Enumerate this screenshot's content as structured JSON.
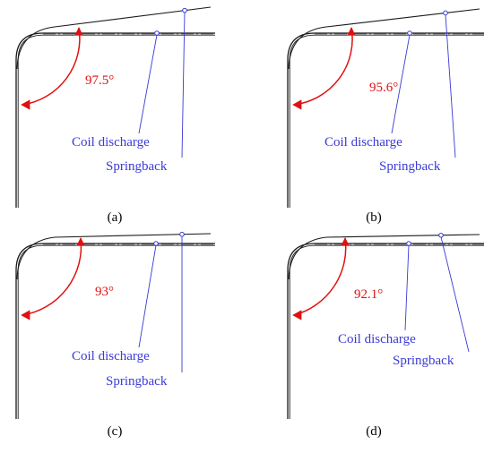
{
  "colors": {
    "profile": "#1a1a1a",
    "angle": "#e01010",
    "callout": "#3a3ad6"
  },
  "panels": [
    {
      "caption": "(a)",
      "angle_label": "97.5°",
      "angle_degrees": 97.5,
      "coil_discharge_label": "Coil discharge",
      "springback_label": "Springback"
    },
    {
      "caption": "(b)",
      "angle_label": "95.6°",
      "angle_degrees": 95.6,
      "coil_discharge_label": "Coil discharge",
      "springback_label": "Springback"
    },
    {
      "caption": "(c)",
      "angle_label": "93°",
      "angle_degrees": 93,
      "coil_discharge_label": "Coil discharge",
      "springback_label": "Springback"
    },
    {
      "caption": "(d)",
      "angle_label": "92.1°",
      "angle_degrees": 92.1,
      "coil_discharge_label": "Coil discharge",
      "springback_label": "Springback"
    }
  ]
}
